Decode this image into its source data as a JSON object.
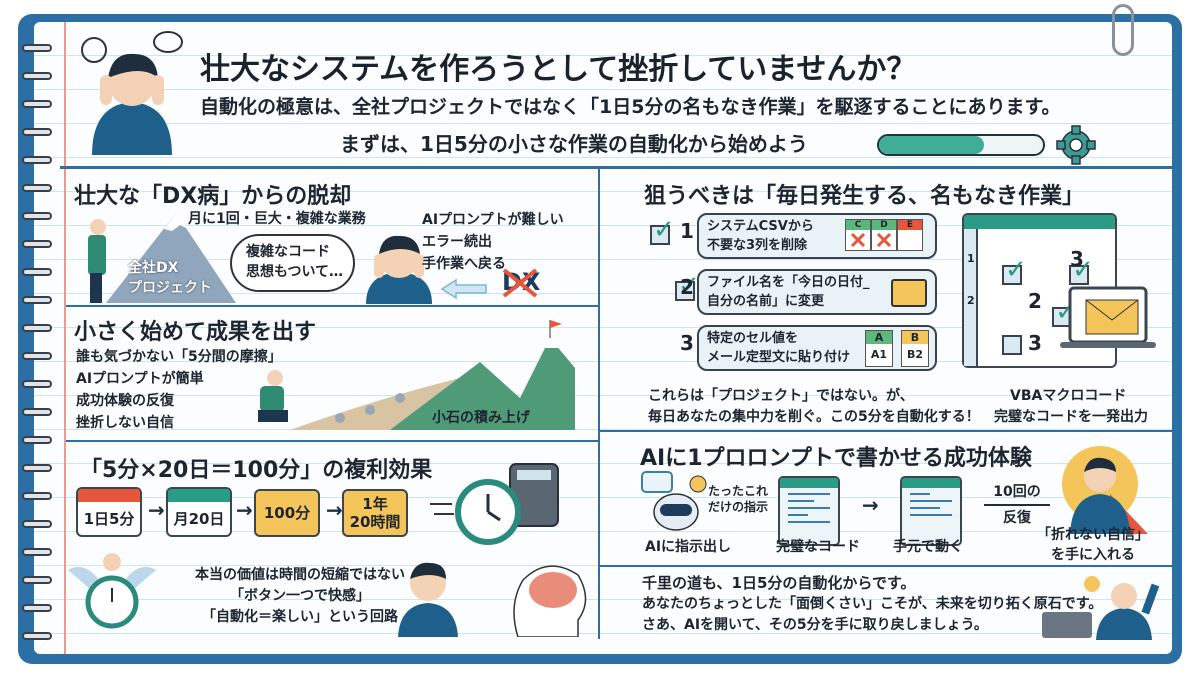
{
  "header": {
    "title": "壮大なシステムを作ろうとして挫折していませんか？",
    "subtitle": "自動化の極意は、全社プロジェクトではなく「1日5分の名もなき作業」を駆逐することにあります。",
    "lead": "まずは、1日5分の小さな作業の自動化から始めよう",
    "progress_percent": 64
  },
  "dx": {
    "title": "壮大な「DX病」からの脱却",
    "mountain_label": [
      "全社DX",
      "プロジェクト"
    ],
    "task_note": "月に1回・巨大・複雑な業務",
    "bubble": [
      "複雑なコード",
      "思想もついて…"
    ],
    "bubble_dots": "‥",
    "problems": [
      "AIプロンプトが難しい",
      "エラー続出",
      "手作業へ戻る"
    ],
    "crossed_label": "DX"
  },
  "small": {
    "title": "小さく始めて成果を出す",
    "points": [
      "誰も気づかない「5分間の摩擦」",
      "AIプロンプトが簡単",
      "成功体験の反復",
      "挫折しない自信"
    ],
    "stones_label": "小石の積み上げ"
  },
  "compound": {
    "title": "「5分×20日＝100分」の複利効果",
    "steps": [
      "1日5分",
      "月20日",
      "100分",
      "1年\n20時間"
    ],
    "value_lines": [
      "本当の価値は時間の短縮ではない",
      "「ボタン一つで快感」",
      "「自動化＝楽しい」という回路"
    ]
  },
  "targets": {
    "title": "狙うべきは「毎日発生する、名もなき作業」",
    "tasks": [
      {
        "num": "1",
        "lines": [
          "システムCSVから",
          "不要な3列を削除"
        ],
        "cols": [
          "C",
          "D",
          "E"
        ]
      },
      {
        "num": "2",
        "lines": [
          "ファイル名を「今日の日付_",
          "自分の名前」に変更"
        ]
      },
      {
        "num": "3",
        "lines": [
          "特定のセル値を",
          "メール定型文に貼り付け"
        ],
        "cells": [
          {
            "h": "A",
            "v": "A1"
          },
          {
            "h": "B",
            "v": "B2"
          }
        ]
      }
    ],
    "sheet": {
      "rows": [
        "1",
        "2"
      ],
      "checks": [
        "3",
        "2",
        "3"
      ]
    },
    "note": [
      "これらは「プロジェクト」ではない。が、",
      "毎日あなたの集中力を削ぐ。この5分を自動化する！"
    ],
    "vba": [
      "VBAマクロコード",
      "完璧なコードを一発出力"
    ]
  },
  "ai": {
    "title": "AIに1プロロンプトで書かせる成功体験",
    "prompt_note": [
      "たったこれ",
      "だけの指示"
    ],
    "steps": [
      "AIに指示出し",
      "完璧なコード",
      "手元で動く"
    ],
    "repeat": [
      "10回の",
      "反復"
    ],
    "result": [
      "「折れない自信」",
      "を手に入れる"
    ]
  },
  "closing": {
    "lines": [
      "千里の道も、1日5分の自動化からです。",
      "あなたのちょっとした「面倒くさい」こそが、未来を切り拓く原石です。",
      "さあ、AIを開いて、その5分を手に取り戻しましょう。"
    ]
  },
  "colors": {
    "frame": "#2c6fa5",
    "teal": "#2a9b84",
    "yellow": "#f4c55a",
    "red": "#e4573d"
  }
}
